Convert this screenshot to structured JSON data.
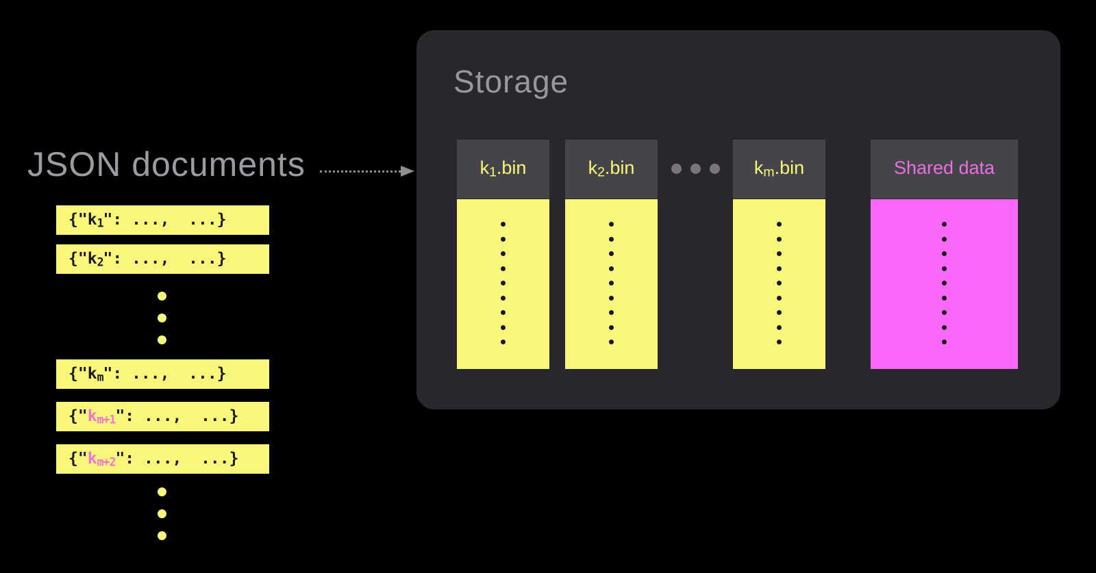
{
  "left": {
    "title": "JSON documents",
    "rows": [
      {
        "open": "{\"",
        "key": "k",
        "sub": "1",
        "close": "\": ...,  ...}",
        "key_color": "#1a1a1a"
      },
      {
        "open": "{\"",
        "key": "k",
        "sub": "2",
        "close": "\": ...,  ...}",
        "key_color": "#1a1a1a"
      },
      {
        "open": "{\"",
        "key": "k",
        "sub": "m",
        "close": "\": ...,  ...}",
        "key_color": "#1a1a1a"
      },
      {
        "open": "{\"",
        "key": "k",
        "sub": "m+1",
        "close": "\": ...,  ...}",
        "key_color": "#f870d2"
      },
      {
        "open": "{\"",
        "key": "k",
        "sub": "m+2",
        "close": "\": ...,  ...}",
        "key_color": "#f870d2"
      }
    ]
  },
  "storage": {
    "title": "Storage",
    "bins": [
      {
        "label": "k",
        "label_sub": "1",
        "label_suffix": ".bin",
        "label_color": "#f8f67b",
        "body_color": "#f8f67b"
      },
      {
        "label": "k",
        "label_sub": "2",
        "label_suffix": ".bin",
        "label_color": "#f8f67b",
        "body_color": "#f8f67b"
      },
      {
        "label": "k",
        "label_sub": "m",
        "label_suffix": ".bin",
        "label_color": "#f8f67b",
        "body_color": "#f8f67b"
      },
      {
        "label": "Shared data",
        "label_sub": "",
        "label_suffix": "",
        "label_color": "#e970e0",
        "body_color": "#fa68fa"
      }
    ],
    "dots_per_bin": 9
  },
  "colors": {
    "background": "#000000",
    "panel": "#28282c",
    "bin_header": "#454449",
    "yellow": "#f8f67b",
    "magenta": "#fa68fa",
    "pink_key_text": "#f870d2",
    "shared_label_text": "#e970e0",
    "muted_gray_text": "#98979c"
  }
}
